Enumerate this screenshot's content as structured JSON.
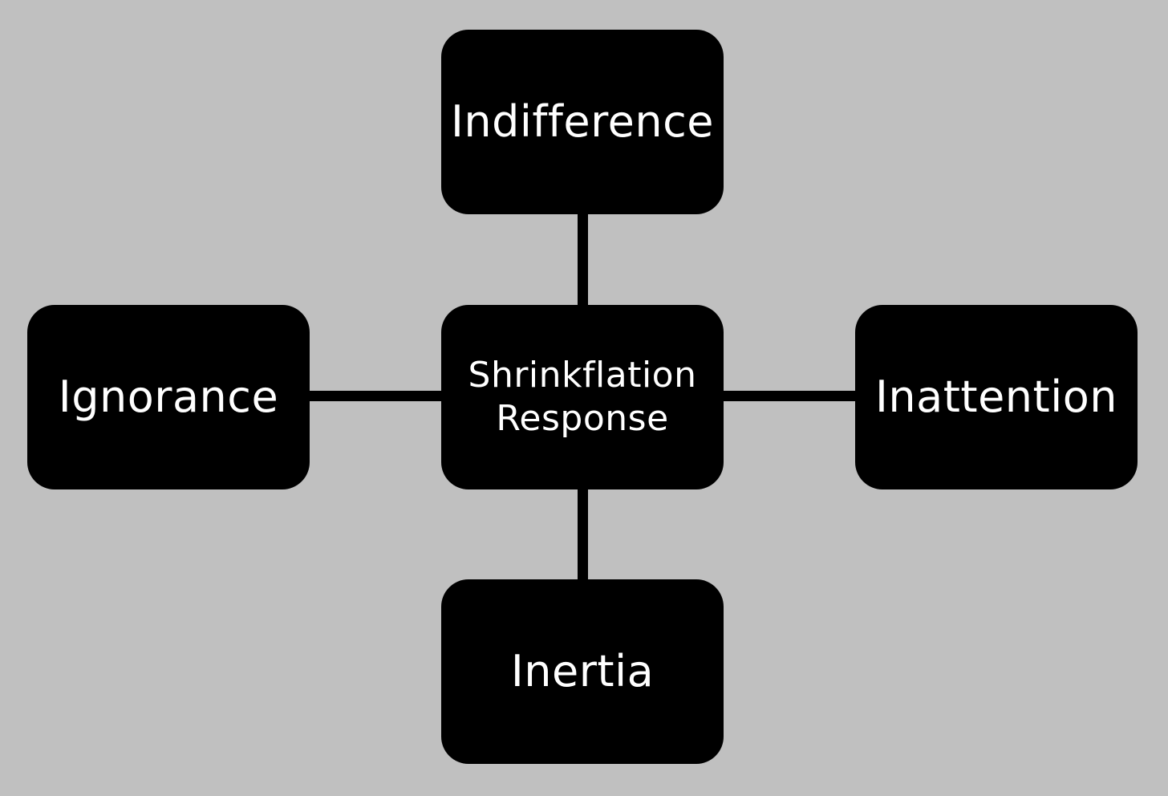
{
  "diagram": {
    "center": {
      "lines": [
        "Shrinkflation",
        "Response"
      ]
    },
    "top": {
      "label": "Indifference"
    },
    "left": {
      "label": "Ignorance"
    },
    "right": {
      "label": "Inattention"
    },
    "bottom": {
      "label": "Inertia"
    },
    "colors": {
      "background": "#c0c0c0",
      "node": "#000000",
      "text": "#ffffff"
    }
  }
}
